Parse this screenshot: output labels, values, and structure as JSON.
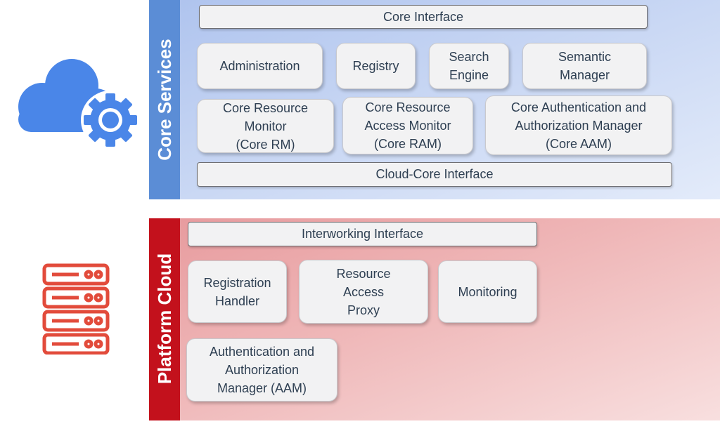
{
  "core": {
    "label": "Core Services",
    "interface_top": "Core Interface",
    "boxes": {
      "administration": "Administration",
      "registry": "Registry",
      "search_engine": "Search\nEngine",
      "semantic_manager": "Semantic\nManager",
      "core_rm": "Core Resource\nMonitor\n(Core RM)",
      "core_ram": "Core Resource\nAccess Monitor\n(Core RAM)",
      "core_aam": "Core Authentication and\nAuthorization Manager\n(Core AAM)"
    },
    "interface_bottom": "Cloud-Core Interface"
  },
  "platform": {
    "label": "Platform Cloud",
    "interface_top": "Interworking Interface",
    "boxes": {
      "registration_handler": "Registration\nHandler",
      "resource_access_proxy": "Resource\nAccess\nProxy",
      "monitoring": "Monitoring",
      "aam": "Authentication and\nAuthorization\nManager (AAM)"
    }
  },
  "colors": {
    "core_accent": "#5b8dd6",
    "platform_accent": "#c3111c",
    "cloud_icon": "#4a86e8",
    "server_icon": "#e24b3b"
  },
  "icons": [
    "cloud-gear-icon",
    "server-rack-icon"
  ]
}
